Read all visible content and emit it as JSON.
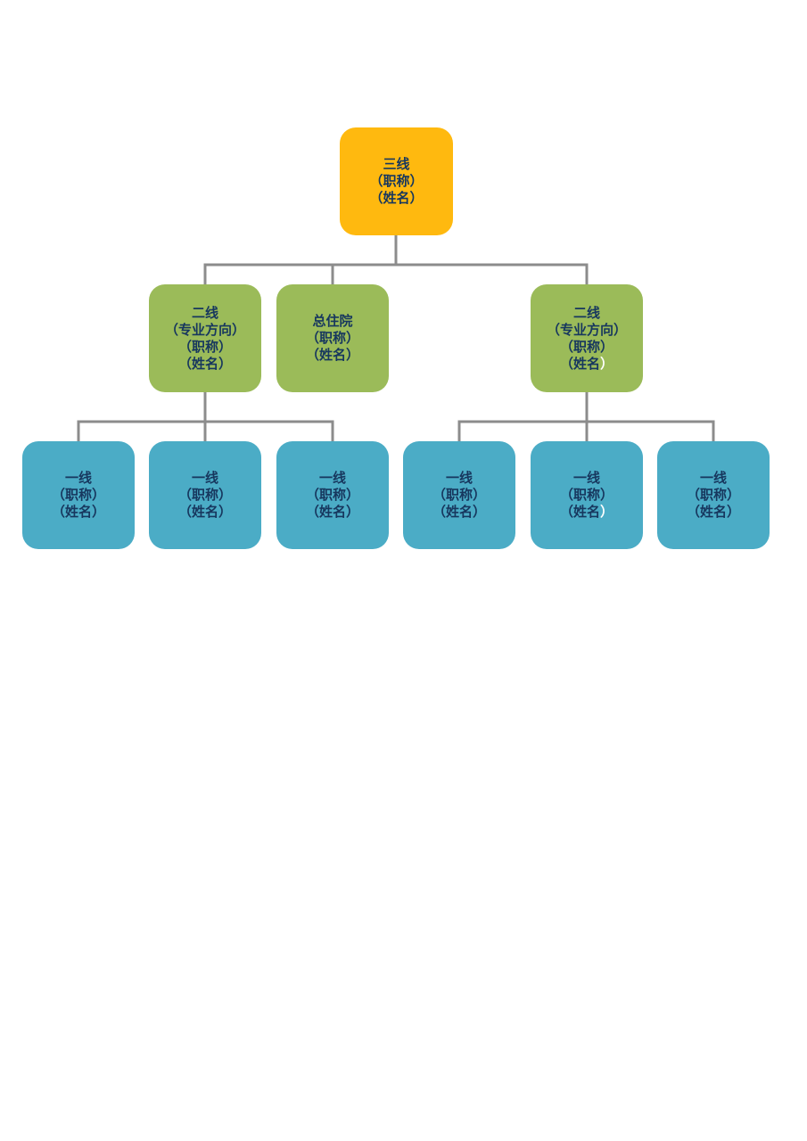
{
  "colors": {
    "top": "#ffb90f",
    "middle": "#9bbb59",
    "bottom": "#4bacc6",
    "connector": "#8c8c8c",
    "text": "#17375e",
    "accent_white": "#ffffff"
  },
  "nodes": {
    "top": {
      "title": "三线",
      "line2": "（职称）",
      "line3": "（姓名）"
    },
    "mid_left": {
      "title": "二线",
      "line2": "（专业方向）",
      "line3": "（职称）",
      "line4": "（姓名）"
    },
    "mid_center": {
      "title": "总住院",
      "line2": "（职称）",
      "line3": "（姓名）"
    },
    "mid_right": {
      "title": "二线",
      "line2": "（专业方向）",
      "line3": "（职称）",
      "line4_main": "（姓名",
      "line4_tail": "）"
    },
    "bottom": [
      {
        "title": "一线",
        "line2": "（职称）",
        "line3": "（姓名）"
      },
      {
        "title": "一线",
        "line2": "（职称）",
        "line3": "（姓名）"
      },
      {
        "title": "一线",
        "line2": "（职称）",
        "line3": "（姓名）"
      },
      {
        "title": "一线",
        "line2": "（职称）",
        "line3": "（姓名）"
      },
      {
        "title": "一线",
        "line2": "（职称）",
        "line3_main": "（姓名",
        "line3_tail": "）"
      },
      {
        "title": "一线",
        "line2": "（职称）",
        "line3": "（姓名）"
      }
    ]
  }
}
